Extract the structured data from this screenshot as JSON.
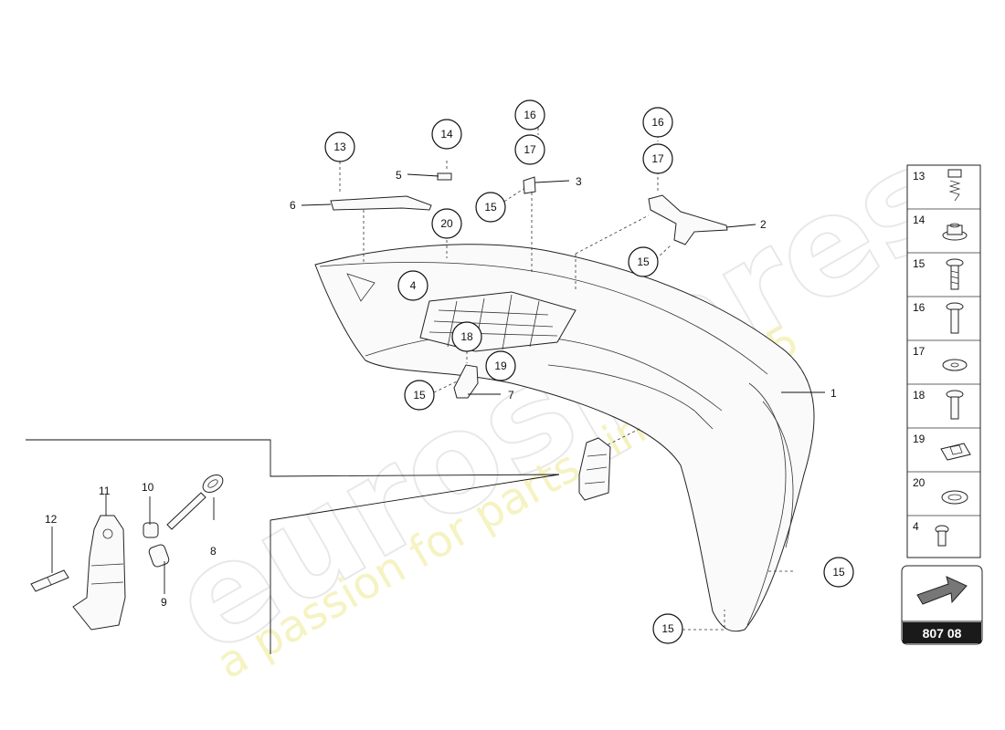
{
  "watermark": {
    "brand": "eurospares",
    "tagline": "a passion for parts since 1985"
  },
  "callouts": {
    "c13": "13",
    "c14": "14",
    "c16a": "16",
    "c17a": "17",
    "c16b": "16",
    "c17b": "17",
    "c15a": "15",
    "c15b": "15",
    "c20": "20",
    "c4": "4",
    "c18": "18",
    "c19": "19",
    "c15c": "15",
    "c15d": "15",
    "c15e": "15"
  },
  "part_labels": {
    "p1": "1",
    "p2": "2",
    "p3": "3",
    "p5": "5",
    "p6": "6",
    "p7": "7",
    "p8": "8",
    "p9": "9",
    "p10": "10",
    "p11": "11",
    "p12": "12"
  },
  "legend": [
    {
      "num": "13",
      "icon": "spring-screw-icon"
    },
    {
      "num": "14",
      "icon": "flange-nut-icon"
    },
    {
      "num": "15",
      "icon": "screw-icon"
    },
    {
      "num": "16",
      "icon": "screw-icon"
    },
    {
      "num": "17",
      "icon": "washer-icon"
    },
    {
      "num": "18",
      "icon": "screw-icon"
    },
    {
      "num": "19",
      "icon": "clip-nut-icon"
    },
    {
      "num": "20",
      "icon": "washer-icon"
    },
    {
      "num": "4",
      "icon": "short-screw-icon"
    }
  ],
  "page_ref": "807 08"
}
